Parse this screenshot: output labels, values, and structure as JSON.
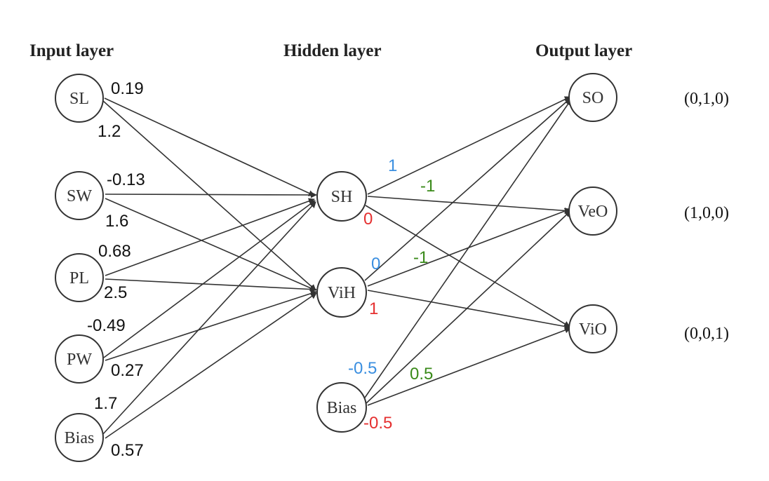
{
  "titles": {
    "input": "Input layer",
    "hidden": "Hidden layer",
    "output": "Output layer"
  },
  "nodes": {
    "input": [
      "SL",
      "SW",
      "PL",
      "PW",
      "Bias"
    ],
    "hidden": [
      "SH",
      "ViH",
      "Bias"
    ],
    "output": [
      "SO",
      "VeO",
      "ViO"
    ]
  },
  "input_weights": {
    "SL": {
      "to_sh": "0.19",
      "to_vih": "1.2"
    },
    "SW": {
      "to_sh": "-0.13",
      "to_vih": "1.6"
    },
    "PL": {
      "to_sh": "0.68",
      "to_vih": "2.5"
    },
    "PW": {
      "to_sh": "-0.49",
      "to_vih": "0.27"
    },
    "Bias": {
      "to_sh": "1.7",
      "to_vih": "0.57"
    }
  },
  "hidden_weights": {
    "SH": {
      "to_so": "1",
      "to_veo": "-1",
      "to_vio": "0"
    },
    "ViH": {
      "to_so": "0",
      "to_veo": "-1",
      "to_vio": "1"
    },
    "Bias": {
      "to_so": "-0.5",
      "to_veo": "0.5",
      "to_vio": "-0.5"
    }
  },
  "output_vectors": [
    "(0,1,0)",
    "(1,0,0)",
    "(0,0,1)"
  ],
  "colors": {
    "to_so": "#3b8fe0",
    "to_veo": "#3a8a1a",
    "to_vio": "#e53030",
    "input_weight": "#111111"
  }
}
